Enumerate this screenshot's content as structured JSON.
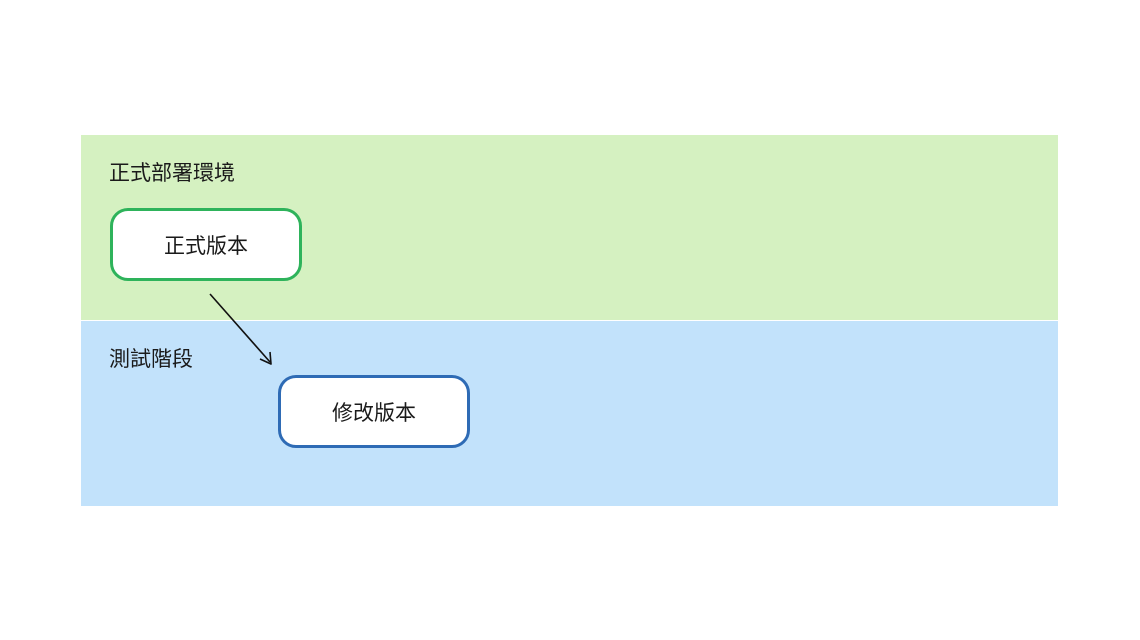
{
  "lanes": {
    "production": {
      "label": "正式部署環境",
      "color": "#d5f1c1"
    },
    "testing": {
      "label": "測試階段",
      "color": "#c2e2fb"
    }
  },
  "nodes": {
    "release": {
      "label": "正式版本",
      "border_color": "#2eb35b"
    },
    "modified": {
      "label": "修改版本",
      "border_color": "#2e6bb5"
    }
  },
  "edges": [
    {
      "from": "release",
      "to": "modified"
    }
  ]
}
